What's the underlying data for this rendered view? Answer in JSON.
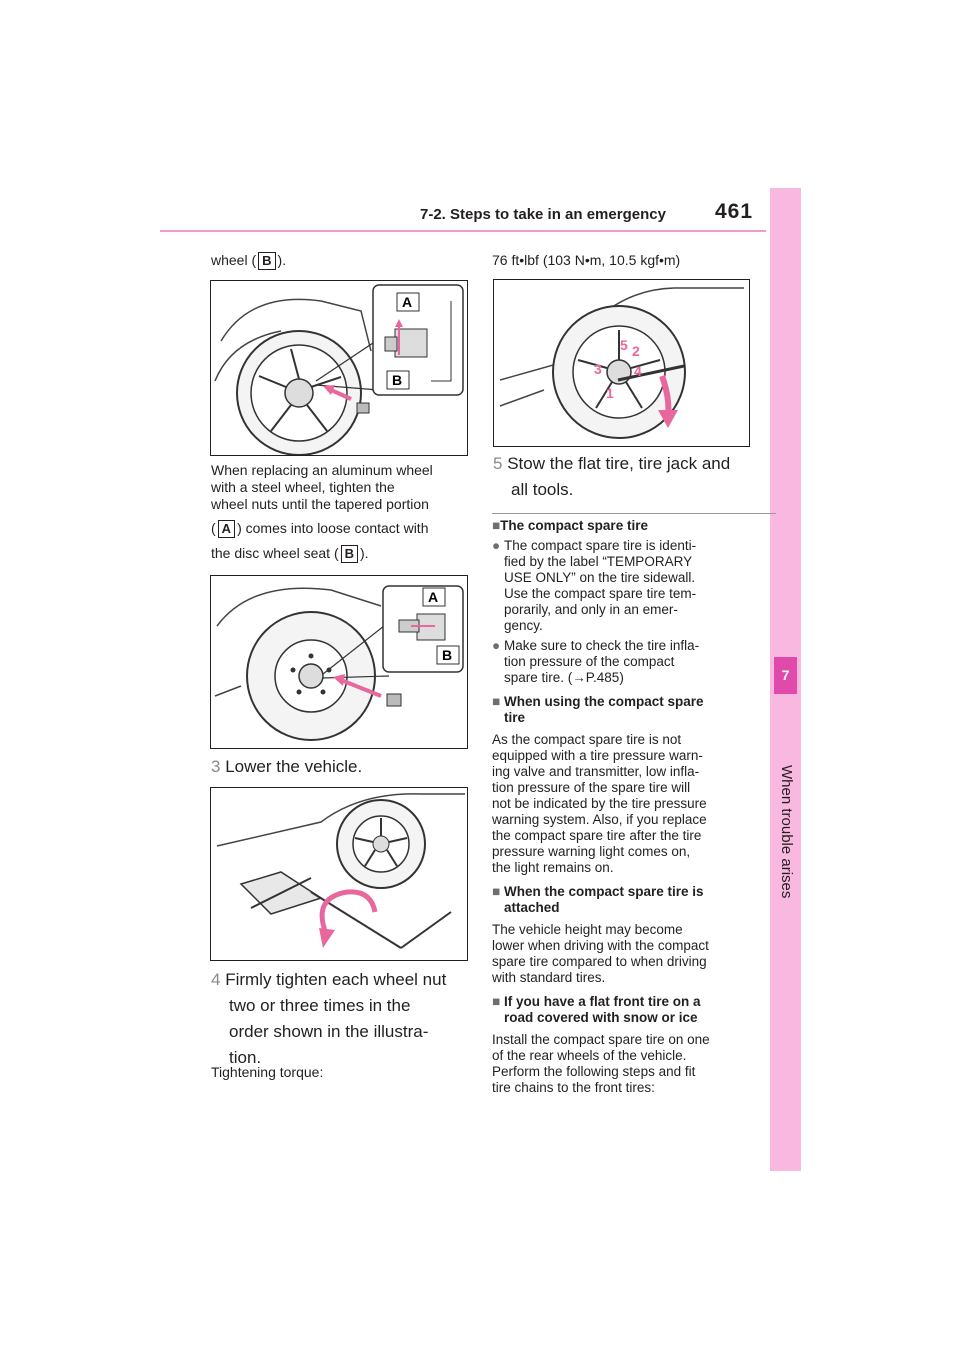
{
  "header": {
    "section_title": "7-2. Steps to take in an emergency",
    "page_number": "461"
  },
  "side_tab": {
    "chapter_number": "7",
    "chapter_label": "When trouble arises"
  },
  "left_column": {
    "wheel_prefix": "wheel (",
    "wheel_badge": "B",
    "wheel_suffix": ").",
    "fig1_label_a": "A",
    "fig1_label_b": "B",
    "note1_line1": "When replacing an aluminum wheel",
    "note1_line2": "with a steel wheel, tighten the",
    "note1_line3": "wheel nuts until the tapered portion",
    "note1_open": "(",
    "note1_badge_a": "A",
    "note1_mid": ") comes into loose contact with",
    "note1_line5_prefix": "the disc wheel seat (",
    "note1_badge_b": "B",
    "note1_line5_suffix": ").",
    "fig2_label_a": "A",
    "fig2_label_b": "B",
    "step3_num": "3",
    "step3_text": "Lower the vehicle.",
    "step4_num": "4",
    "step4_line1": "Firmly tighten each wheel nut",
    "step4_line2": "two or three times in the",
    "step4_line3": "order shown in the illustra-",
    "step4_line4": "tion.",
    "torque_label": "Tightening torque:"
  },
  "right_column": {
    "torque_value": "76 ft•lbf (103 N•m, 10.5 kgf•m)",
    "fig4_numbers": [
      "1",
      "2",
      "3",
      "4",
      "5"
    ],
    "step5_num": "5",
    "step5_line1": "Stow the flat tire, tire jack and",
    "step5_line2": "all tools.",
    "note_compact_title": "The compact spare tire",
    "bullet1_lines": [
      "The compact spare tire is identi-",
      "fied by the label “TEMPORARY",
      "USE ONLY” on the tire sidewall.",
      "Use the compact spare tire tem-",
      "porarily, and only in an emer-",
      "gency."
    ],
    "bullet2_lines": [
      "Make sure to check the tire infla-",
      "tion pressure of the compact"
    ],
    "bullet2_last_prefix": "spare tire. (",
    "bullet2_arrow": "→",
    "bullet2_ref": "P.485)",
    "note_using_title_1": "When using the compact spare",
    "note_using_title_2": "tire",
    "using_lines": [
      "As the compact spare tire is not",
      "equipped with a tire pressure warn-",
      "ing valve and transmitter, low infla-",
      "tion pressure of the spare tire will",
      "not be indicated by the tire pressure",
      "warning system. Also, if you replace",
      "the compact spare tire after the tire",
      "pressure warning light comes on,",
      "the light remains on."
    ],
    "note_attached_title_1": "When the compact spare tire is",
    "note_attached_title_2": "attached",
    "attached_lines": [
      "The vehicle height may become",
      "lower when driving with the compact",
      "spare tire compared to when driving",
      "with standard tires."
    ],
    "note_flat_title_1": "If you have a flat front tire on a",
    "note_flat_title_2": "road covered with snow or ice",
    "flat_lines": [
      "Install the compact spare tire on one",
      "of the rear wheels of the vehicle.",
      "Perform the following steps and fit",
      "tire chains to the front tires:"
    ]
  }
}
